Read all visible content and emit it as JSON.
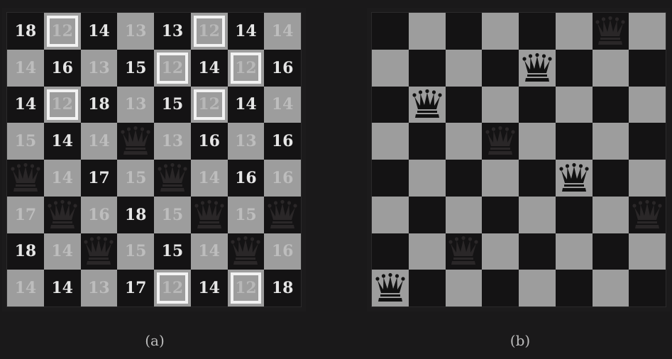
{
  "board_a": {
    "cells": [
      [
        {
          "t": "num",
          "v": "18"
        },
        {
          "t": "num",
          "v": "12",
          "h": true
        },
        {
          "t": "num",
          "v": "14"
        },
        {
          "t": "num",
          "v": "13"
        },
        {
          "t": "num",
          "v": "13"
        },
        {
          "t": "num",
          "v": "12",
          "h": true
        },
        {
          "t": "num",
          "v": "14"
        },
        {
          "t": "num",
          "v": "14"
        }
      ],
      [
        {
          "t": "num",
          "v": "14"
        },
        {
          "t": "num",
          "v": "16"
        },
        {
          "t": "num",
          "v": "13"
        },
        {
          "t": "num",
          "v": "15"
        },
        {
          "t": "num",
          "v": "12",
          "h": true
        },
        {
          "t": "num",
          "v": "14"
        },
        {
          "t": "num",
          "v": "12",
          "h": true
        },
        {
          "t": "num",
          "v": "16"
        }
      ],
      [
        {
          "t": "num",
          "v": "14"
        },
        {
          "t": "num",
          "v": "12",
          "h": true
        },
        {
          "t": "num",
          "v": "18"
        },
        {
          "t": "num",
          "v": "13"
        },
        {
          "t": "num",
          "v": "15"
        },
        {
          "t": "num",
          "v": "12",
          "h": true
        },
        {
          "t": "num",
          "v": "14"
        },
        {
          "t": "num",
          "v": "14"
        }
      ],
      [
        {
          "t": "num",
          "v": "15"
        },
        {
          "t": "num",
          "v": "14"
        },
        {
          "t": "num",
          "v": "14"
        },
        {
          "t": "queen",
          "faint": true
        },
        {
          "t": "num",
          "v": "13"
        },
        {
          "t": "num",
          "v": "16"
        },
        {
          "t": "num",
          "v": "13"
        },
        {
          "t": "num",
          "v": "16"
        }
      ],
      [
        {
          "t": "queen",
          "faint": true
        },
        {
          "t": "num",
          "v": "14"
        },
        {
          "t": "num",
          "v": "17"
        },
        {
          "t": "num",
          "v": "15"
        },
        {
          "t": "queen",
          "faint": true
        },
        {
          "t": "num",
          "v": "14"
        },
        {
          "t": "num",
          "v": "16"
        },
        {
          "t": "num",
          "v": "16"
        }
      ],
      [
        {
          "t": "num",
          "v": "17"
        },
        {
          "t": "queen",
          "faint": true
        },
        {
          "t": "num",
          "v": "16"
        },
        {
          "t": "num",
          "v": "18"
        },
        {
          "t": "num",
          "v": "15"
        },
        {
          "t": "queen",
          "faint": true
        },
        {
          "t": "num",
          "v": "15"
        },
        {
          "t": "queen",
          "faint": true
        }
      ],
      [
        {
          "t": "num",
          "v": "18"
        },
        {
          "t": "num",
          "v": "14"
        },
        {
          "t": "queen",
          "faint": true
        },
        {
          "t": "num",
          "v": "15"
        },
        {
          "t": "num",
          "v": "15"
        },
        {
          "t": "num",
          "v": "14"
        },
        {
          "t": "queen",
          "faint": true
        },
        {
          "t": "num",
          "v": "16"
        }
      ],
      [
        {
          "t": "num",
          "v": "14"
        },
        {
          "t": "num",
          "v": "14"
        },
        {
          "t": "num",
          "v": "13"
        },
        {
          "t": "num",
          "v": "17"
        },
        {
          "t": "num",
          "v": "12",
          "h": true
        },
        {
          "t": "num",
          "v": "14"
        },
        {
          "t": "num",
          "v": "12",
          "h": true
        },
        {
          "t": "num",
          "v": "18"
        }
      ]
    ]
  },
  "board_b": {
    "queens": [
      {
        "row": 0,
        "col": 6,
        "faint": true
      },
      {
        "row": 1,
        "col": 4,
        "faint": false
      },
      {
        "row": 2,
        "col": 1,
        "faint": false
      },
      {
        "row": 3,
        "col": 3,
        "faint": true
      },
      {
        "row": 4,
        "col": 5,
        "faint": false
      },
      {
        "row": 5,
        "col": 7,
        "faint": true
      },
      {
        "row": 6,
        "col": 2,
        "faint": true
      },
      {
        "row": 7,
        "col": 0,
        "faint": false
      }
    ]
  },
  "captions": {
    "a": "(a)",
    "b": "(b)"
  },
  "colors": {
    "light_square": "#9d9d9d",
    "dark_square": "#141314",
    "highlight_border": "#f2f2f2",
    "background": "#1a191a"
  },
  "icons": {
    "queen": "queen-icon"
  }
}
